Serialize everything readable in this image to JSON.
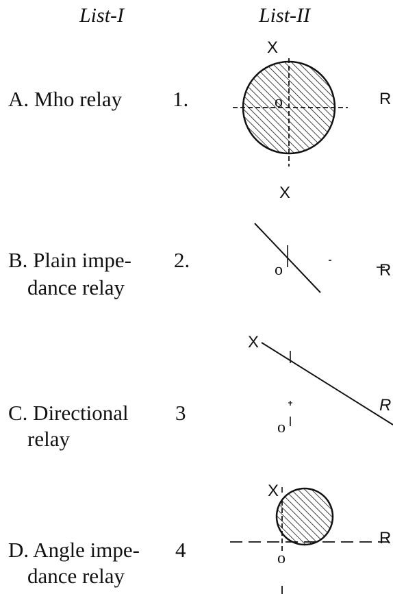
{
  "headers": {
    "list1": "List-I",
    "list2": "List-II"
  },
  "list1": [
    {
      "lines": [
        "A. Mho relay"
      ]
    },
    {
      "lines": [
        "B. Plain impe-",
        "dance relay"
      ]
    },
    {
      "lines": [
        "C. Directional",
        "relay"
      ]
    },
    {
      "lines": [
        "D. Angle impe-",
        "dance relay"
      ]
    }
  ],
  "list2_numbers": [
    "1.",
    "2.",
    "3",
    "4"
  ],
  "axes": {
    "x": "X",
    "r": "R",
    "origin": "o"
  }
}
